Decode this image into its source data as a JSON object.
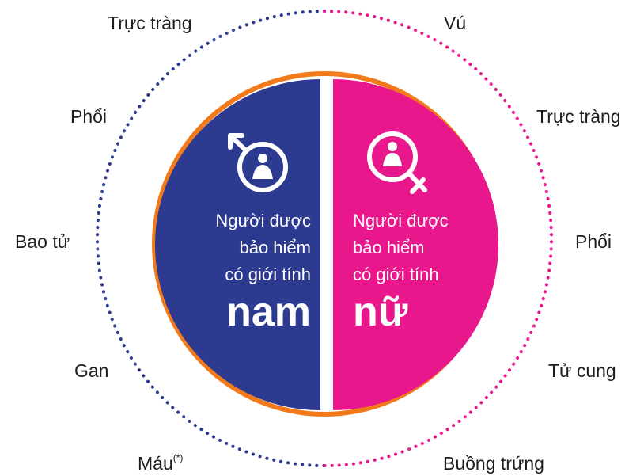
{
  "colors": {
    "male": "#2c3a8f",
    "female": "#e8178c",
    "ring": "#f27a1a",
    "text": "#1d1d1f"
  },
  "icons": {
    "male": "male-symbol-icon",
    "female": "female-symbol-icon"
  },
  "male_panel": {
    "line1": "Người được",
    "line2": "bảo hiểm",
    "line3": "có giới tính",
    "gender": "nam"
  },
  "female_panel": {
    "line1": "Người được",
    "line2": "bảo hiểm",
    "line3": "có giới tính",
    "gender": "nữ"
  },
  "male_cancers": {
    "rectum": "Trực tràng",
    "lung": "Phổi",
    "stomach": "Bao tử",
    "liver": "Gan",
    "blood": "Máu",
    "blood_note": "(*)"
  },
  "female_cancers": {
    "breast": "Vú",
    "rectum": "Trực tràng",
    "lung": "Phổi",
    "uterus": "Tử cung",
    "ovary": "Buồng trứng"
  }
}
